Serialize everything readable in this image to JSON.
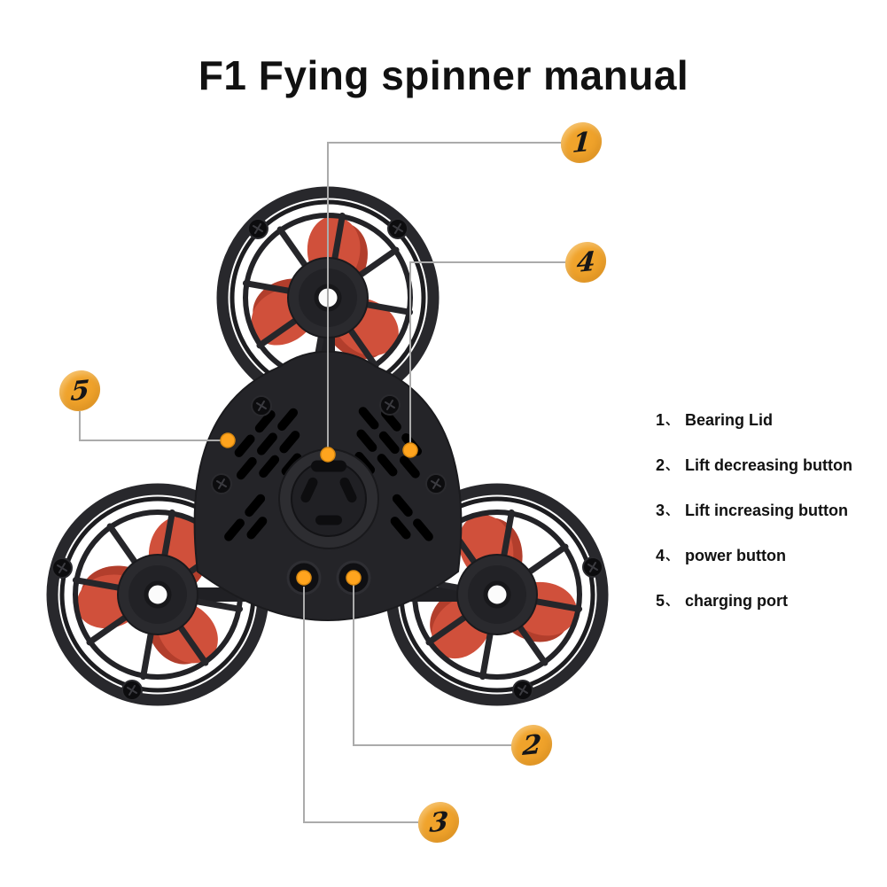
{
  "title": "F1 Fying spinner manual",
  "legend": {
    "items": [
      {
        "num": "1",
        "sep": "、",
        "label": "Bearing Lid"
      },
      {
        "num": "2",
        "sep": "、",
        "label": "Lift decreasing button"
      },
      {
        "num": "3",
        "sep": "、",
        "label": "Lift increasing button"
      },
      {
        "num": "4",
        "sep": "、",
        "label": "power button"
      },
      {
        "num": "5",
        "sep": "、",
        "label": "charging port"
      }
    ]
  },
  "callouts": [
    {
      "num": "1",
      "part": "bearing-lid"
    },
    {
      "num": "2",
      "part": "lift-decreasing-button"
    },
    {
      "num": "3",
      "part": "lift-increasing-button"
    },
    {
      "num": "4",
      "part": "power-button"
    },
    {
      "num": "5",
      "part": "charging-port"
    }
  ],
  "colors": {
    "badge": "#F0A32B",
    "dot": "#FFA41E",
    "propeller": "#D0503B",
    "propeller_shadow": "#B23E2C",
    "body": "#242428",
    "body2": "#28282c",
    "line": "#ABABAB",
    "text": "#111111"
  }
}
